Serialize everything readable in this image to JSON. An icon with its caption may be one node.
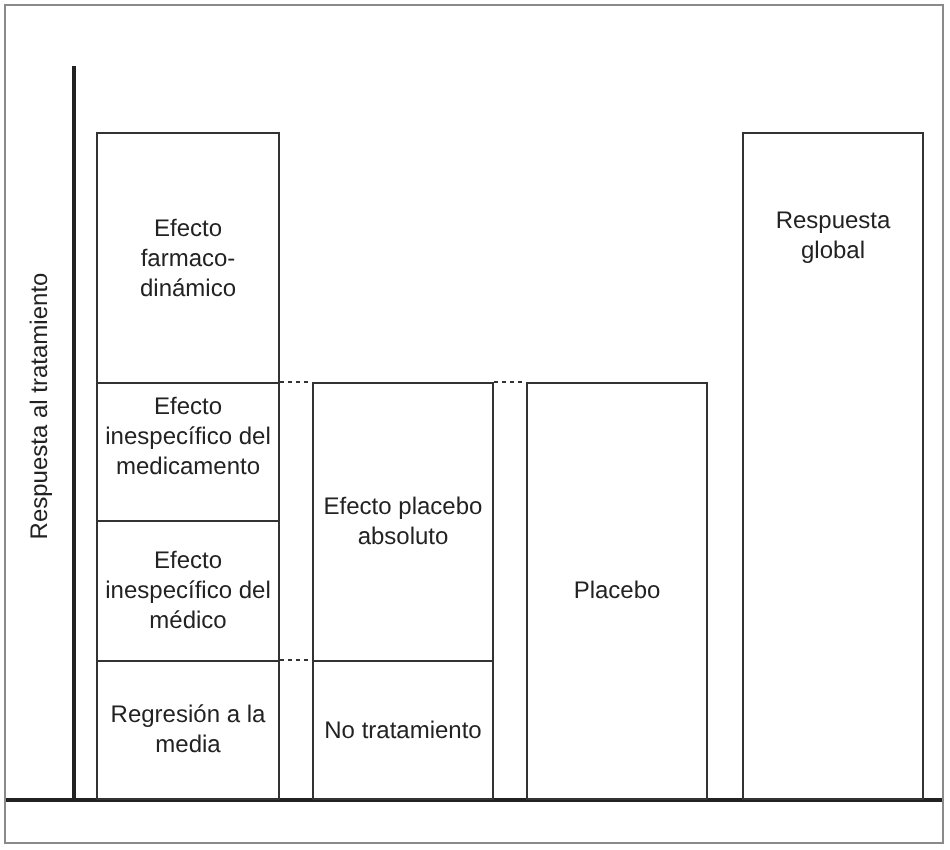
{
  "diagram": {
    "nodes": [
      {
        "text": [
          "Efecto farmaco-dinámico"
        ]
      },
      {
        "text": [
          "Efecto inespecífico del medicamento"
        ]
      },
      {
        "text": [
          "Efecto inespecífico del médico"
        ]
      },
      {
        "text": [
          "Regresión a la media"
        ]
      },
      {
        "text": [
          "Efecto placebo absoluto"
        ]
      },
      {
        "text": [
          "No tratamiento"
        ]
      },
      {
        "text": [
          "Placebo"
        ]
      },
      {
        "text": [
          "Respuesta global"
        ]
      }
    ],
    "edges": [
      {
        "from": 1,
        "to": 4,
        "arrow": "none",
        "style": "dashed"
      },
      {
        "from": 3,
        "to": 5,
        "arrow": "none",
        "style": "dashed"
      },
      {
        "from": 4,
        "to": 6,
        "arrow": "none",
        "style": "dashed"
      }
    ],
    "labels": [
      "Respuesta al tratamiento"
    ]
  }
}
